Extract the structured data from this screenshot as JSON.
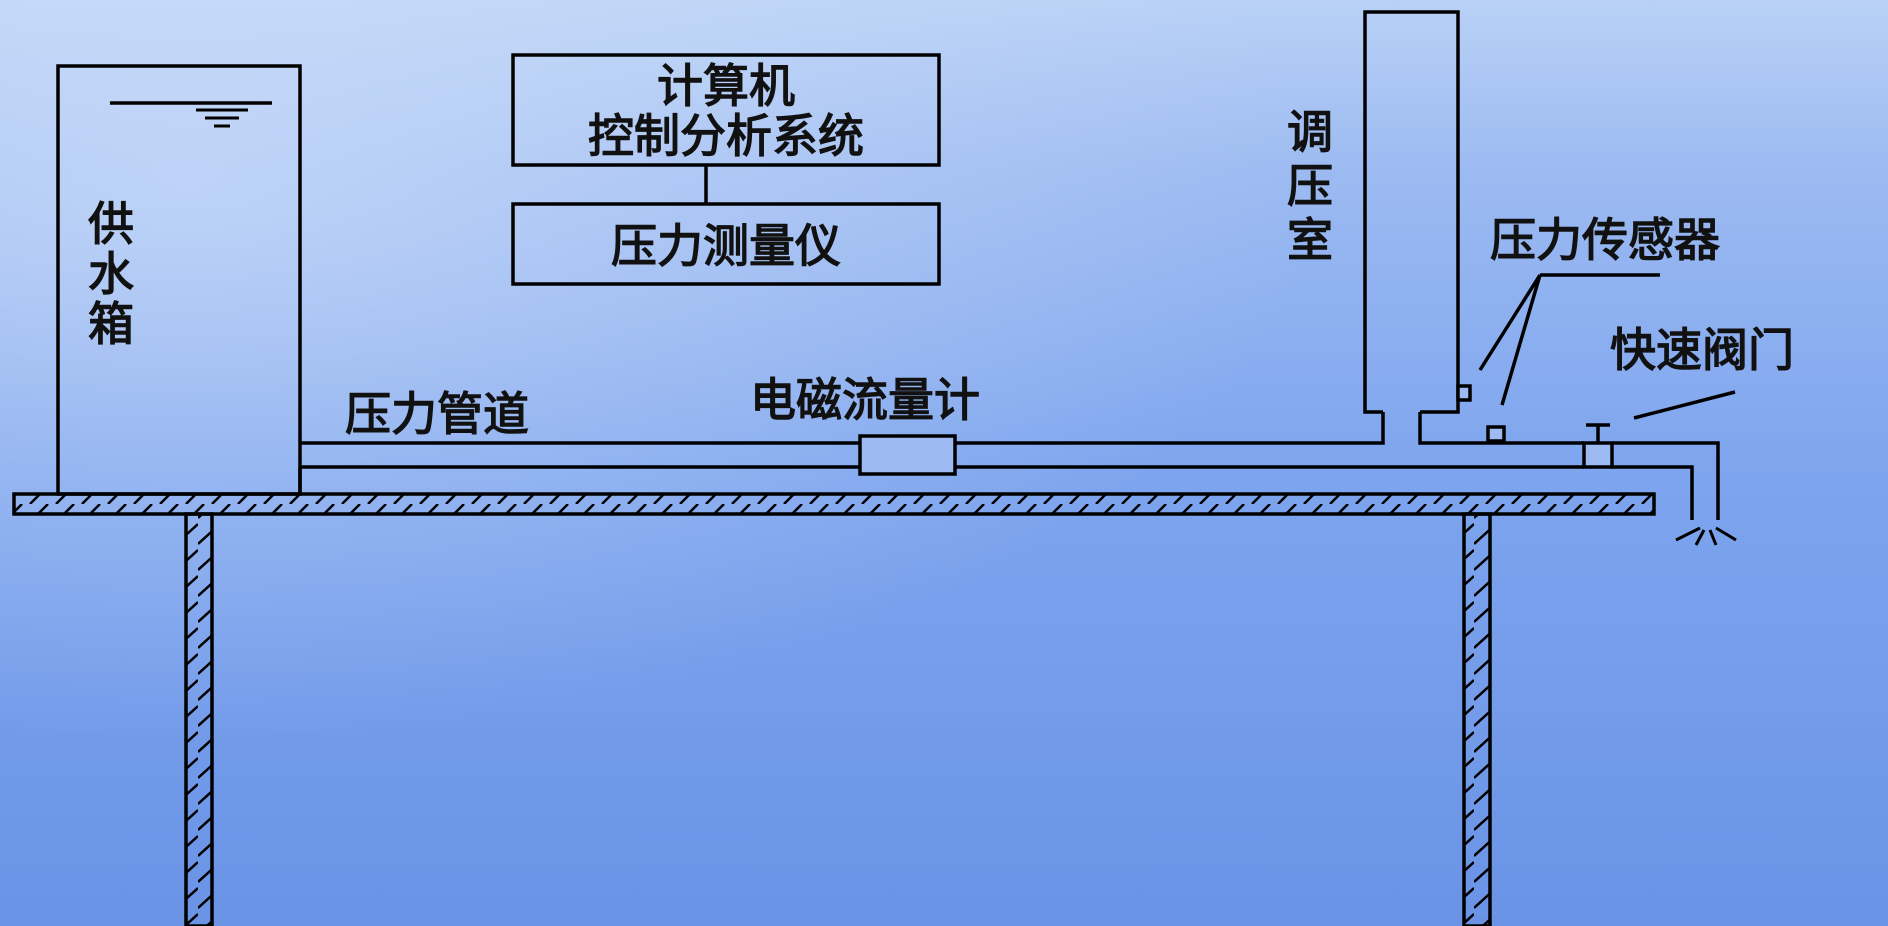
{
  "colors": {
    "background_top": "#a9c6f4",
    "background_mid": "#7fa6ee",
    "background_bottom": "#6f97e8",
    "line": "#000000",
    "text": "#111111",
    "box_fill": "#ffffff"
  },
  "labels": {
    "computer_line1": "计算机",
    "computer_line2": "控制分析系统",
    "pressure_meter": "压力测量仪",
    "supply_tank": "供水箱",
    "surge_chamber": "调压室",
    "pressure_pipe": "压力管道",
    "flowmeter": "电磁流量计",
    "pressure_sensor": "压力传感器",
    "fast_valve": "快速阀门"
  }
}
